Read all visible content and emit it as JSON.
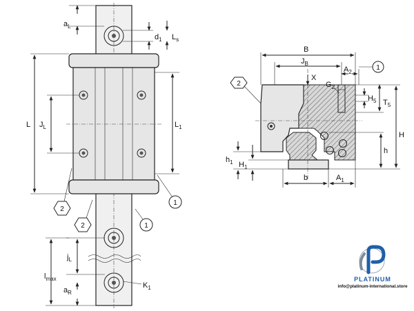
{
  "left_view": {
    "dims": {
      "aL": "a",
      "aL_sub": "L",
      "d1": "d",
      "d1_sub": "1",
      "Ls": "L",
      "Ls_sub": "s",
      "L": "L",
      "JL": "J",
      "JL_sub": "L",
      "L1": "L",
      "L1_sub": "1",
      "jL": "j",
      "jL_sub": "L",
      "lmax": "l",
      "lmax_sub": "max",
      "aR": "a",
      "aR_sub": "R",
      "K1": "K",
      "K1_sub": "1"
    },
    "callouts": [
      "2",
      "1",
      "2",
      "1"
    ]
  },
  "right_view": {
    "dims": {
      "B": "B",
      "JB": "J",
      "JB_sub": "B",
      "A2": "A",
      "A2_sub": "2",
      "X": "X",
      "G2": "G",
      "G2_sub": "2",
      "H5": "H",
      "H5_sub": "5",
      "T5": "T",
      "T5_sub": "5",
      "H": "H",
      "h": "h",
      "h1": "h",
      "h1_sub": "1",
      "H1": "H",
      "H1_sub": "1",
      "b": "b",
      "A1": "A",
      "A1_sub": "1"
    },
    "callouts": [
      "2",
      "1"
    ]
  },
  "brand": {
    "name": "PLATINUM",
    "email": "info@platinum-international.store",
    "color": "#1f5fa8"
  }
}
